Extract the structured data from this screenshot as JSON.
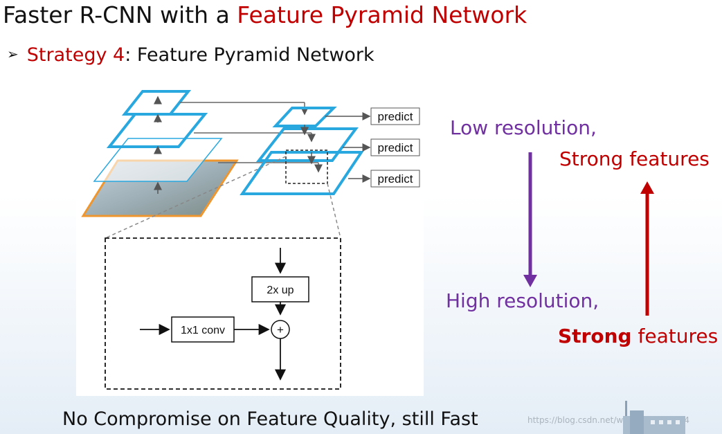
{
  "title": {
    "prefix": "Faster R-CNN with a ",
    "accent": "Feature Pyramid Network"
  },
  "bullet": {
    "marker": "➢",
    "strategy": "Strategy 4",
    "text": ": Feature Pyramid Network"
  },
  "figure": {
    "predict_labels": [
      "predict",
      "predict",
      "predict"
    ],
    "upsample_label": "2x up",
    "conv_label": "1x1 conv",
    "plus_symbol": "+"
  },
  "right_panel": {
    "low_res": "Low resolution,",
    "strong_features_top": "Strong features",
    "high_res": "High resolution,",
    "strong_word": "Strong",
    "features_word": " features"
  },
  "footer": "No Compromise on Feature Quality, still Fast",
  "watermark": "https://blog.csdn.net/weixin_41803874",
  "colors": {
    "accent_red": "#c00000",
    "purple": "#7030a0",
    "pyramid_blue": "#29a8e0",
    "image_orange": "#f0962e"
  }
}
